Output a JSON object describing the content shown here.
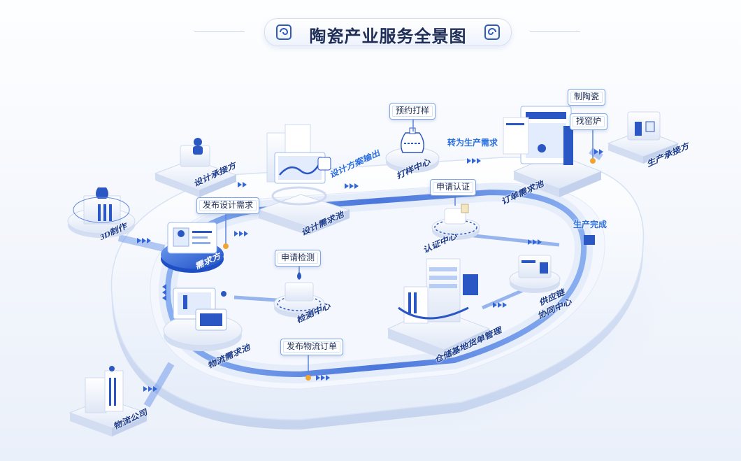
{
  "title": "陶瓷产业服务全景图",
  "nodes": {
    "design_recipient": "设计承接方",
    "studio_3d": "3D制作",
    "demand_side": "需求方",
    "design_pool": "设计需求池",
    "sample_center": "打样中心",
    "order_pool": "订单需求池",
    "production_recipient": "生产承接方",
    "cert_center": "认证中心",
    "inspection_center": "检测中心",
    "logistics_pool": "物流需求池",
    "warehouse": "仓储基地货单管理",
    "supply_chain_line1": "供应链",
    "supply_chain_line2": "协同中心",
    "logistics_company": "物流公司"
  },
  "pins": {
    "publish_design": "发布设计需求",
    "book_sample": "预约打样",
    "make_ceramic": "制陶瓷",
    "find_kiln": "找窑炉",
    "apply_cert": "申请认证",
    "apply_inspection": "申请检测",
    "publish_logistics": "发布物流订单"
  },
  "flows": {
    "design_output": "设计方案输出",
    "to_production": "转为生产需求",
    "production_done": "生产完成"
  },
  "colors": {
    "accent": "#2a6fe0",
    "deep_blue": "#1a3a8c",
    "platform": "#f6f9ff",
    "track": "#4a7fe0"
  }
}
